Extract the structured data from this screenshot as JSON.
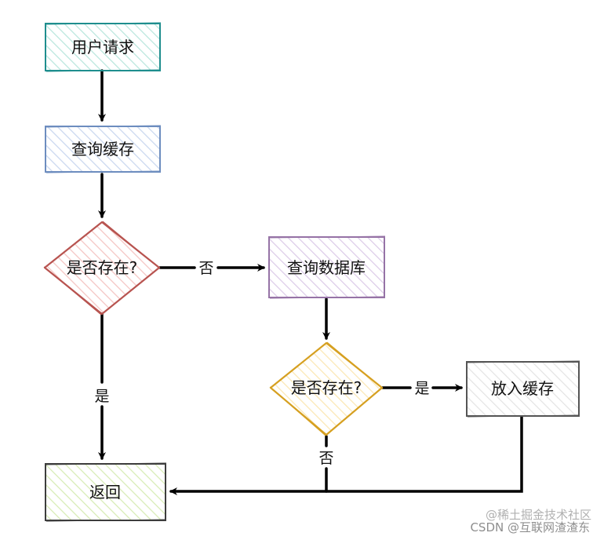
{
  "nodes": {
    "user_request": {
      "label": "用户请求",
      "color": "#1f8e8e",
      "fill": "#b9e6dd"
    },
    "query_cache": {
      "label": "查询缓存",
      "color": "#6d8dbf",
      "fill": "#c9d7ef"
    },
    "exists_1": {
      "label": "是否存在?",
      "color": "#b85450",
      "fill": "#f4c4c2"
    },
    "query_db": {
      "label": "查询数据库",
      "color": "#9673a6",
      "fill": "#dccbe8"
    },
    "exists_2": {
      "label": "是否存在?",
      "color": "#d6a021",
      "fill": "#fbe7b3"
    },
    "put_cache": {
      "label": "放入缓存",
      "color": "#555555",
      "fill": "#e4e4e4"
    },
    "return": {
      "label": "返回",
      "color": "#3d3d3d",
      "fill": "#d7ecb5"
    }
  },
  "edges": {
    "no_1": "否",
    "yes_1": "是",
    "yes_2": "是",
    "no_2": "否"
  },
  "watermark": {
    "line1": "@稀土掘金技术社区",
    "line2": "CSDN @互联网渣渣东"
  }
}
